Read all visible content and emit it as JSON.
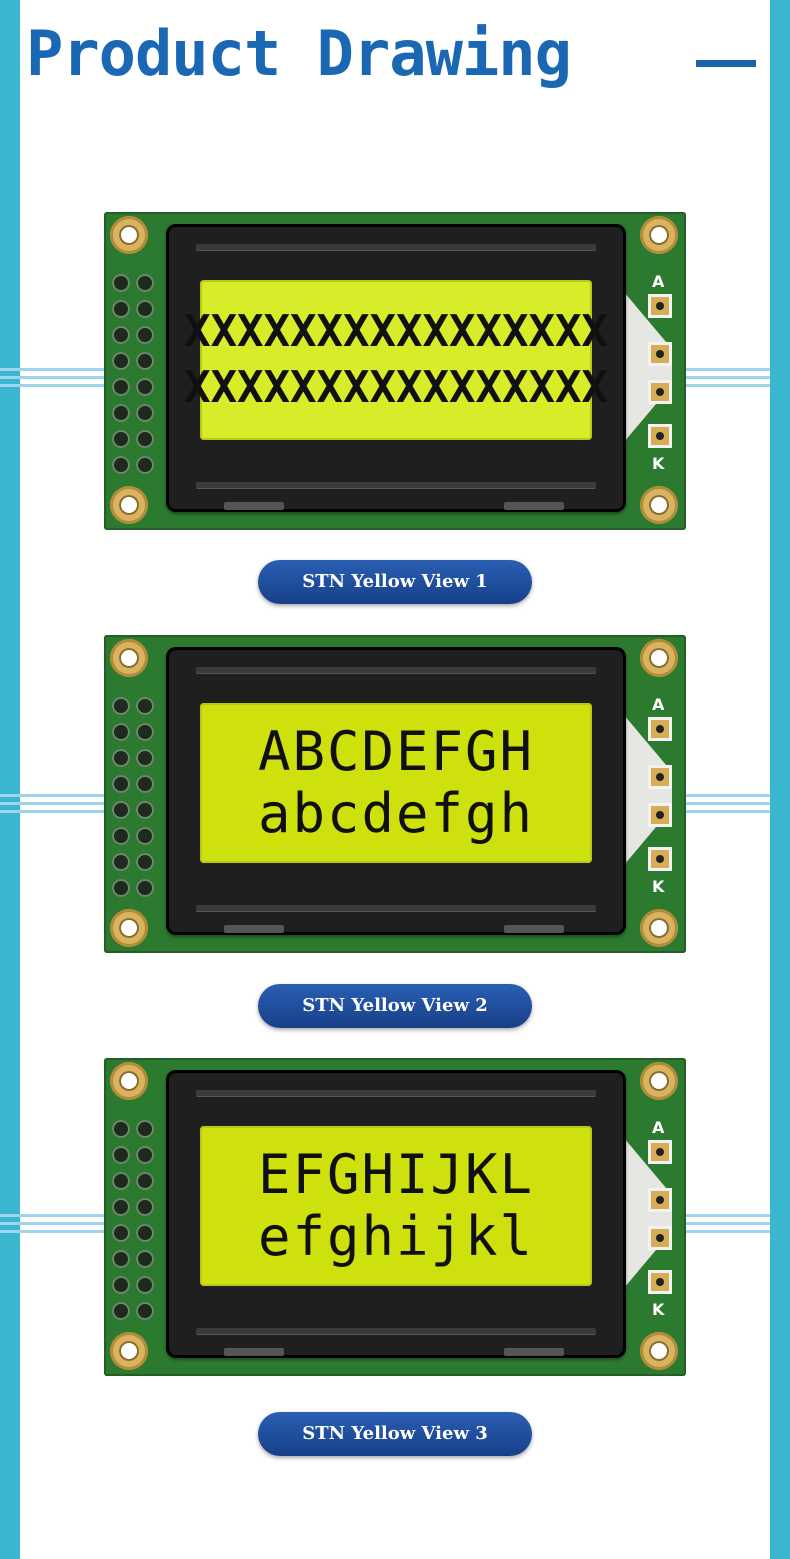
{
  "page_title": "Product Drawing",
  "colors": {
    "frame": "#3ab6cf",
    "title": "#1a67b4",
    "pcb": "#2c7a2f",
    "lcd": "#d8ec2a",
    "caption": "#1f4d9e"
  },
  "pcb_labels": {
    "anode": "A",
    "cathode": "K"
  },
  "views": [
    {
      "line1": "XXXXXXXXXXXXXXXX",
      "line2": "XXXXXXXXXXXXXXXX",
      "caption": "STN Yellow View 1"
    },
    {
      "line1": "ABCDEFGH",
      "line2": "abcdefgh",
      "caption": "STN Yellow View 2"
    },
    {
      "line1": "EFGHIJKL",
      "line2": "efghijkl",
      "caption": "STN Yellow View 3"
    }
  ]
}
